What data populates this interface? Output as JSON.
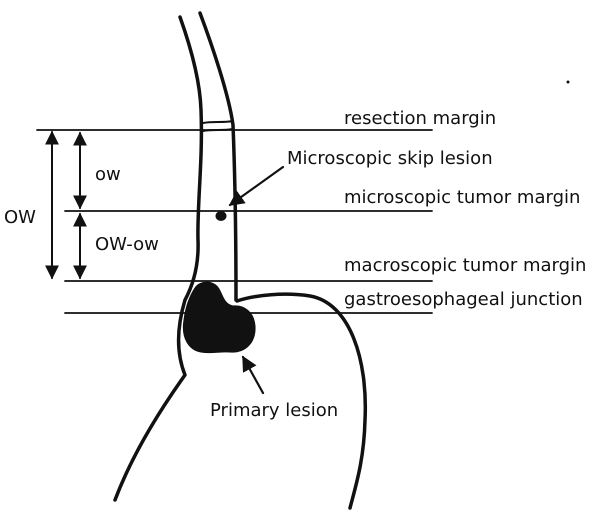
{
  "labels": {
    "resection_margin": "resection margin",
    "microscopic_skip_lesion": "Microscopic skip lesion",
    "microscopic_tumor_margin": "microscopic tumor margin",
    "macroscopic_tumor_margin": "macroscopic  tumor margin",
    "gastroesophageal_junction": "gastroesophageal junction",
    "primary_lesion": "Primary lesion",
    "ow": "ow",
    "ow_minus_ow": "OW-ow",
    "OW": "OW"
  },
  "colors": {
    "ink": "#111111",
    "background": "#ffffff"
  }
}
